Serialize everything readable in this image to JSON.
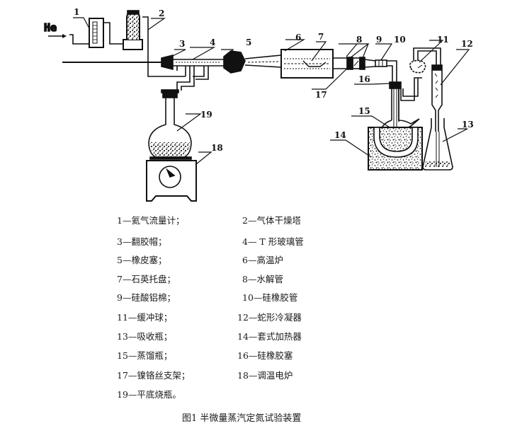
{
  "diagram": {
    "gas_label": "He",
    "part_numbers": [
      "1",
      "2",
      "3",
      "4",
      "5",
      "6",
      "7",
      "8",
      "9",
      "10",
      "11",
      "12",
      "13",
      "14",
      "15",
      "16",
      "17",
      "18",
      "19"
    ]
  },
  "legend": [
    {
      "num": "1",
      "text": "1—氦气流量计；"
    },
    {
      "num": "2",
      "text": "2—气体干燥塔"
    },
    {
      "num": "3",
      "text": "3—翻胶帽；"
    },
    {
      "num": "4",
      "text": "4— T 形玻璃管"
    },
    {
      "num": "5",
      "text": "5—橡皮塞；"
    },
    {
      "num": "6",
      "text": "6—高温炉"
    },
    {
      "num": "7",
      "text": "7—石英托盘；"
    },
    {
      "num": "8",
      "text": "8—水解管"
    },
    {
      "num": "9",
      "text": "9—硅酸铝棉；"
    },
    {
      "num": "10",
      "text": "10—硅橡胶管"
    },
    {
      "num": "11",
      "text": "11—缓冲球；"
    },
    {
      "num": "12",
      "text": "12—蛇形冷凝器"
    },
    {
      "num": "13",
      "text": "13—吸收瓶；"
    },
    {
      "num": "14",
      "text": "14—套式加热器"
    },
    {
      "num": "15",
      "text": "15—蒸馏瓶；"
    },
    {
      "num": "16",
      "text": "16—硅橡胶塞"
    },
    {
      "num": "17",
      "text": "17—镍铬丝支架；"
    },
    {
      "num": "18",
      "text": "18—调温电炉"
    },
    {
      "num": "19",
      "text": "19—平底烧瓶。"
    }
  ],
  "caption": "图1  半微量蒸汽定氮试验装置",
  "colors": {
    "ink": "#111111",
    "background": "#ffffff"
  }
}
